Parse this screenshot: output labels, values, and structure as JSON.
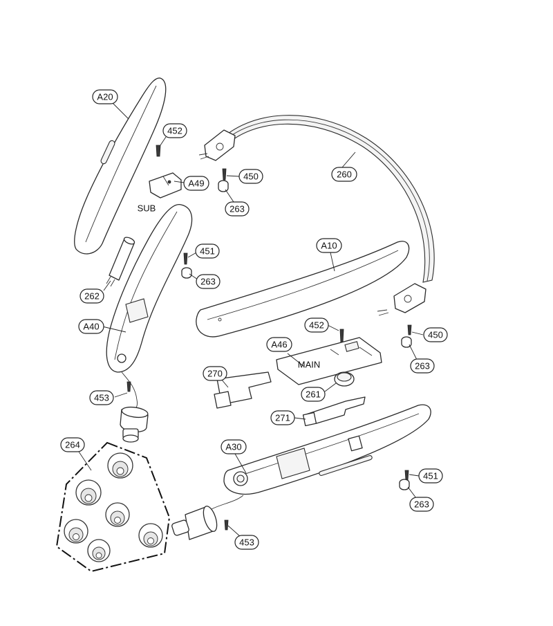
{
  "labels": {
    "a20": "A20",
    "l452_top": "452",
    "a49": "A49",
    "sub": "SUB",
    "l450_top": "450",
    "l263_top": "263",
    "l260": "260",
    "l451_left": "451",
    "l263_left": "263",
    "l262": "262",
    "a10": "A10",
    "a40": "A40",
    "l452_mid": "452",
    "l450_right": "450",
    "a46": "A46",
    "main": "MAIN",
    "l263_right": "263",
    "l270": "270",
    "l261": "261",
    "l453_left": "453",
    "l271": "271",
    "l264": "264",
    "a30": "A30",
    "l451_bottom": "451",
    "l263_bottom": "263",
    "l453_bottom": "453"
  }
}
